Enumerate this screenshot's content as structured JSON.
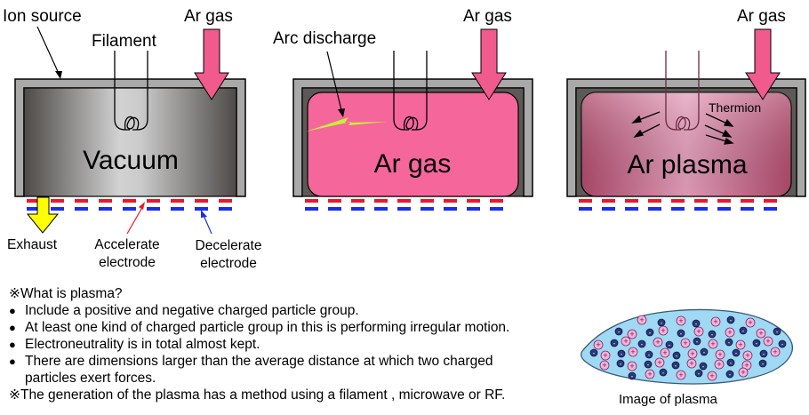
{
  "labels": {
    "ion_source": "Ion source",
    "filament": "Filament",
    "ar_gas_inlet": "Ar gas",
    "arc_discharge": "Arc discharge",
    "thermion": "Thermion",
    "exhaust": "Exhaust",
    "accelerate_electrode": [
      "Accelerate",
      "electrode"
    ],
    "decelerate_electrode": [
      "Decelerate",
      "electrode"
    ]
  },
  "chambers": [
    {
      "state": "Vacuum"
    },
    {
      "state": "Ar gas"
    },
    {
      "state": "Ar plasma"
    }
  ],
  "notes": {
    "heading": "※What is plasma?",
    "bullets": [
      "Include a positive and negative charged particle group.",
      "At least one kind of charged particle group in this is performing irregular motion.",
      "Electroneutrality is in total almost kept.",
      "There are dimensions larger than the average distance at which two charged"
    ],
    "continuation": "particles exert forces.",
    "footer": "※The generation of the plasma has a method using a filament , microwave or RF."
  },
  "plasma_image": {
    "caption": "Image of plasma",
    "positive_symbol": "+",
    "negative_symbol": "-"
  },
  "colors": {
    "gas_pink": "#f5669a",
    "plasma_rose": "#c2607f",
    "inlet_arrow": "#f05a8c",
    "exhaust_arrow": "#ffff00",
    "electrode_red": "#e8192c",
    "electrode_blue": "#1a2ee8",
    "frame_gray": "#a9a9a9",
    "plasma_cloud": "#9fd9f3",
    "ion_fill": "#f4b3d8",
    "electron_fill": "#2a3a7a"
  }
}
